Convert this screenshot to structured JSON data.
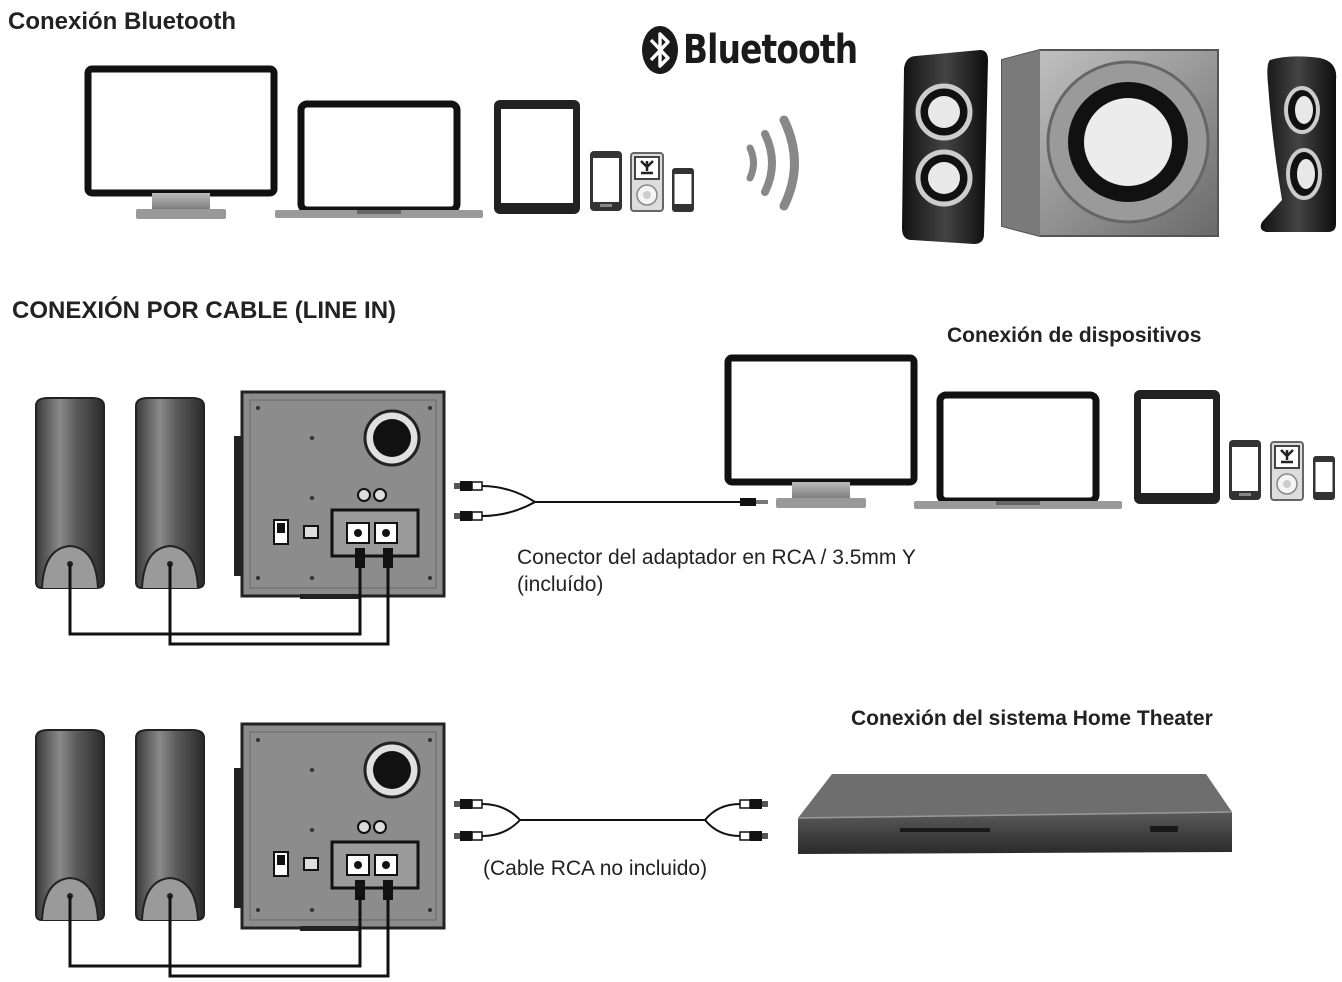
{
  "sections": {
    "bluetooth": {
      "title": "Conexión Bluetooth",
      "logo_text": "Bluetooth"
    },
    "cable": {
      "title": "CONEXIÓN POR CABLE (LINE IN)",
      "devices_label": "Conexión de dispositivos",
      "adapter_caption_line1": "Conector del adaptador en  RCA / 3.5mm Y",
      "adapter_caption_line2": "(incluído)"
    },
    "home_theater": {
      "label": "Conexión del sistema Home Theater",
      "cable_caption": "(Cable RCA no incluido)"
    }
  },
  "icons": [
    "monitor-icon",
    "laptop-icon",
    "tablet-icon",
    "phone-icon",
    "media-player-icon",
    "signal-waves-icon",
    "speaker-icon",
    "subwoofer-icon",
    "rca-plug-icon",
    "home-theater-icon"
  ],
  "colors": {
    "line": "#111111",
    "speaker_dark": "#1a1a1a",
    "speaker_grey": "#5a5a5a",
    "panel": "#8c8c8c",
    "device": "#444444"
  }
}
